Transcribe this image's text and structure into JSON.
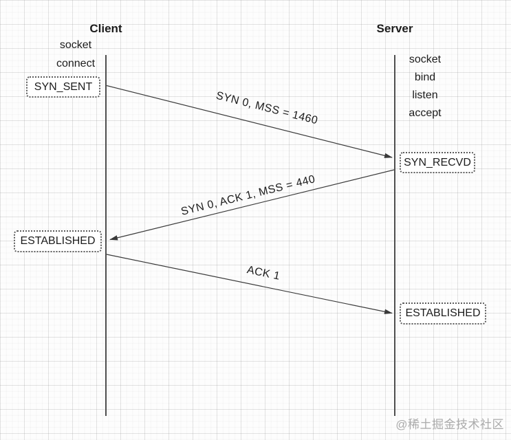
{
  "client": {
    "title": "Client",
    "calls": [
      "socket",
      "connect"
    ],
    "states": [
      {
        "label": "SYN_SENT"
      },
      {
        "label": "ESTABLISHED"
      }
    ]
  },
  "server": {
    "title": "Server",
    "calls": [
      "socket",
      "bind",
      "listen",
      "accept"
    ],
    "states": [
      {
        "label": "SYN_RECVD"
      },
      {
        "label": "ESTABLISHED"
      }
    ]
  },
  "messages": [
    {
      "label": "SYN 0, MSS = 1460",
      "from": "Client",
      "to": "Server"
    },
    {
      "label": "SYN 0, ACK 1, MSS = 440",
      "from": "Server",
      "to": "Client"
    },
    {
      "label": "ACK 1",
      "from": "Client",
      "to": "Server"
    }
  ],
  "watermark": "@稀土掘金技术社区",
  "colors": {
    "arrow": "#3a3a3a",
    "lifeline": "#4d4d4d",
    "text": "#1c1c1c",
    "grid_minor": "#f5f5f5",
    "grid_major": "#e9e9e9",
    "watermark": "#ababab",
    "background": "#fdfdfd"
  }
}
